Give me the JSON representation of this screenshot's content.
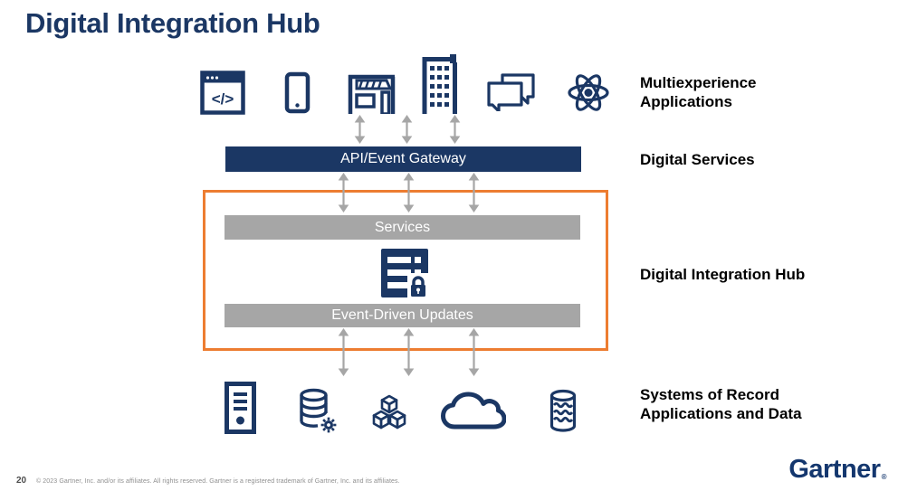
{
  "colors": {
    "navy": "#1b3764",
    "gray": "#a6a6a6",
    "orange": "#ed7d31",
    "label_black": "#000000",
    "footer_gray": "#8f8f8f"
  },
  "title": "Digital Integration Hub",
  "gateway": {
    "label": "API/Event Gateway"
  },
  "hub": {
    "services_label": "Services",
    "events_label": "Event-Driven Updates",
    "icon": "secure-data-server-icon"
  },
  "glyphs": {
    "code": "</>"
  },
  "side_labels": {
    "multiexperience": "Multiexperience\nApplications",
    "digital_services": "Digital Services",
    "integration_hub": "Digital Integration Hub",
    "systems_of_record": "Systems of Record\nApplications and Data"
  },
  "top_icons": [
    "code-browser-icon",
    "smartphone-icon",
    "storefront-icon",
    "office-building-icon",
    "chat-bubbles-icon",
    "react-atom-icon"
  ],
  "bottom_icons": [
    "server-tower-icon",
    "database-gear-icon",
    "cubes-icon",
    "cloud-icon",
    "data-lake-icon"
  ],
  "arrows": {
    "style": "bidirectional-vertical",
    "count": 9
  },
  "footer": {
    "page_number": "20",
    "copyright": "© 2023 Gartner, Inc. and/or its affiliates. All rights reserved. Gartner is a registered trademark of Gartner, Inc. and its affiliates.",
    "logo_text": "Gartner",
    "registered_mark": "®"
  }
}
